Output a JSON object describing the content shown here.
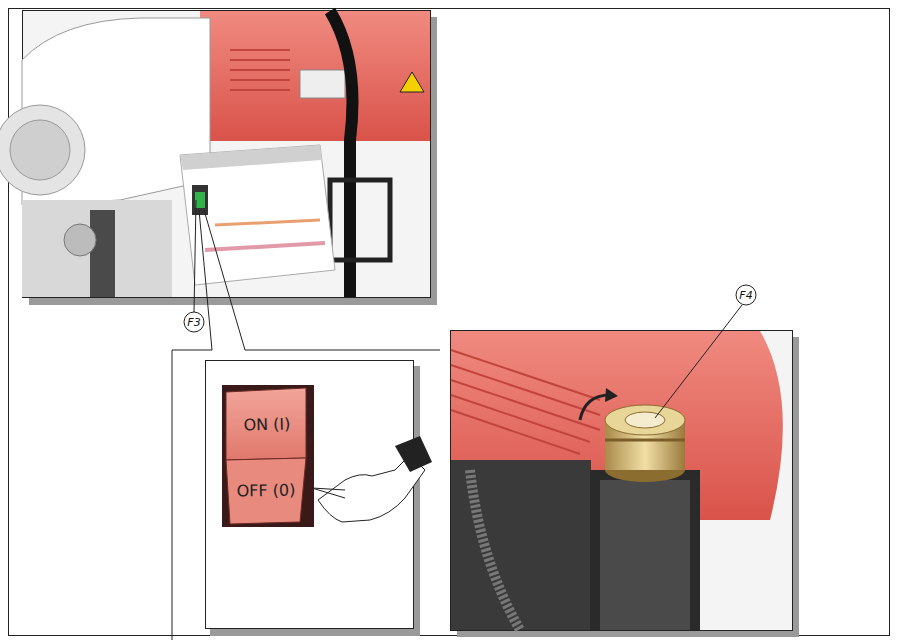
{
  "diagram": {
    "nodes": [
      {
        "text": [
          "ON (I)"
        ]
      },
      {
        "text": [
          "OFF (0)"
        ]
      }
    ],
    "labels": [
      "F3",
      "F4"
    ]
  }
}
